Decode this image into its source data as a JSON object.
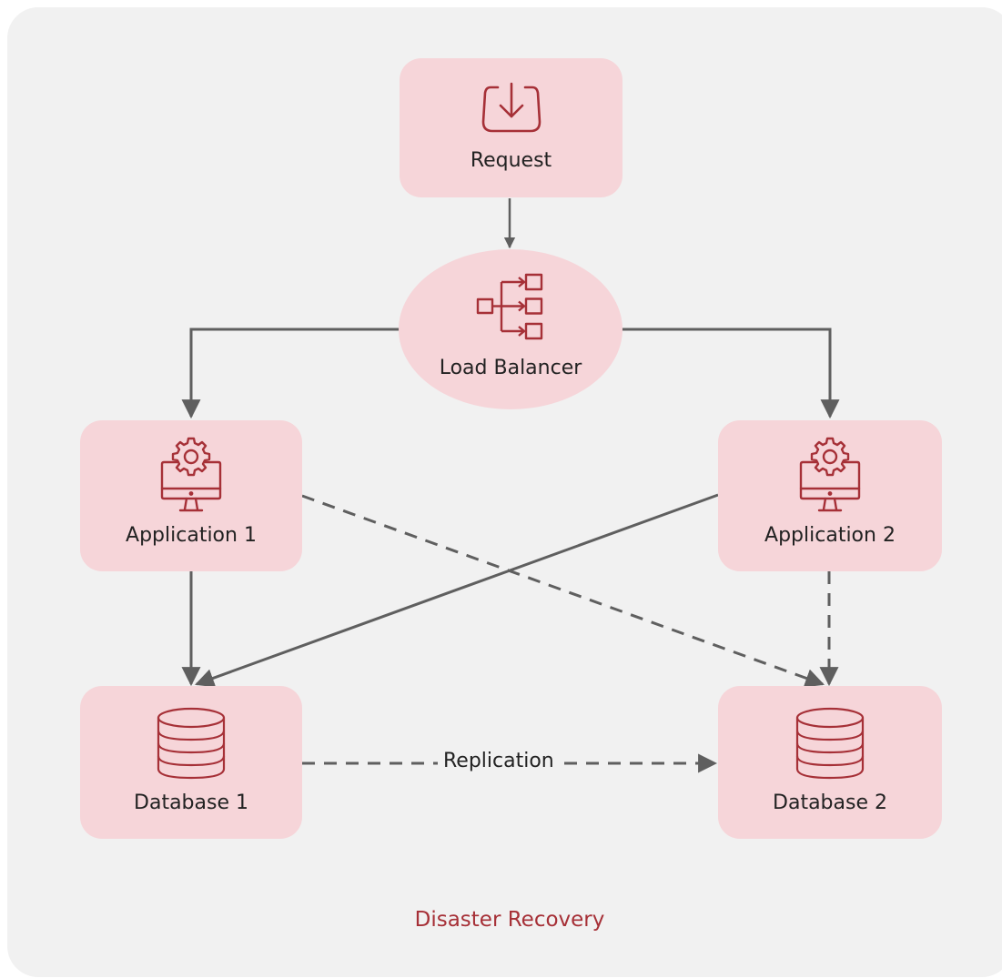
{
  "diagram": {
    "footer": "Disaster Recovery",
    "colors": {
      "background": "#f1f1f1",
      "node_fill": "#f6d5d9",
      "icon_stroke": "#a63037",
      "edge": "#5f5f5f",
      "footer_text": "#a63037"
    },
    "nodes": {
      "request": {
        "label": "Request",
        "icon": "inbox-download-icon"
      },
      "load_balancer": {
        "label": "Load Balancer",
        "icon": "load-balancer-icon"
      },
      "app1": {
        "label": "Application 1",
        "icon": "monitor-gear-icon"
      },
      "app2": {
        "label": "Application 2",
        "icon": "monitor-gear-icon"
      },
      "db1": {
        "label": "Database 1",
        "icon": "database-icon"
      },
      "db2": {
        "label": "Database 2",
        "icon": "database-icon"
      }
    },
    "edges": [
      {
        "from": "Request",
        "to": "Load Balancer",
        "style": "solid"
      },
      {
        "from": "Load Balancer",
        "to": "Application 1",
        "style": "solid"
      },
      {
        "from": "Load Balancer",
        "to": "Application 2",
        "style": "solid"
      },
      {
        "from": "Application 1",
        "to": "Database 1",
        "style": "solid"
      },
      {
        "from": "Application 2",
        "to": "Database 1",
        "style": "solid"
      },
      {
        "from": "Application 1",
        "to": "Database 2",
        "style": "dashed"
      },
      {
        "from": "Application 2",
        "to": "Database 2",
        "style": "dashed"
      },
      {
        "from": "Database 1",
        "to": "Database 2",
        "style": "dashed",
        "label": "Replication"
      }
    ]
  }
}
